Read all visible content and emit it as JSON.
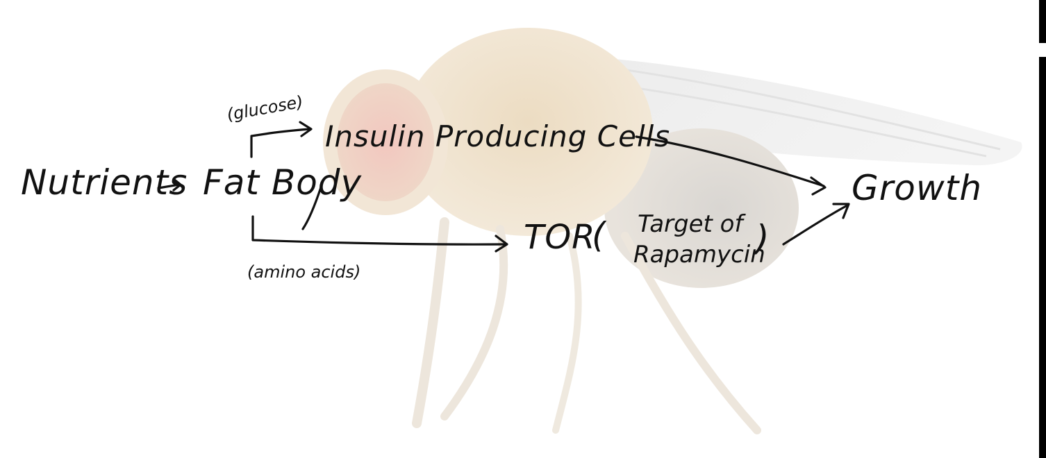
{
  "diagram": {
    "nodes": {
      "nutrients": "Nutrients",
      "fat_body": "Fat Body",
      "ipc": "Insulin Producing Cells",
      "tor": "TOR",
      "tor_open_paren": "(",
      "tor_full_line1": "Target of",
      "tor_full_line2": "Rapamycin",
      "tor_close_paren": ")",
      "growth": "Growth"
    },
    "edge_labels": {
      "glucose": "(glucose)",
      "amino_acids": "(amino acids)"
    },
    "edges": [
      {
        "from": "Nutrients",
        "to": "Fat Body"
      },
      {
        "from": "Fat Body",
        "to": "Insulin Producing Cells",
        "label": "(glucose)"
      },
      {
        "from": "Fat Body",
        "to": "TOR",
        "label": "(amino acids)"
      },
      {
        "from": "Insulin Producing Cells",
        "to": "Growth"
      },
      {
        "from": "TOR",
        "to": "Growth"
      }
    ],
    "background": "fruit-fly-photo",
    "ink_color": "#111111"
  }
}
